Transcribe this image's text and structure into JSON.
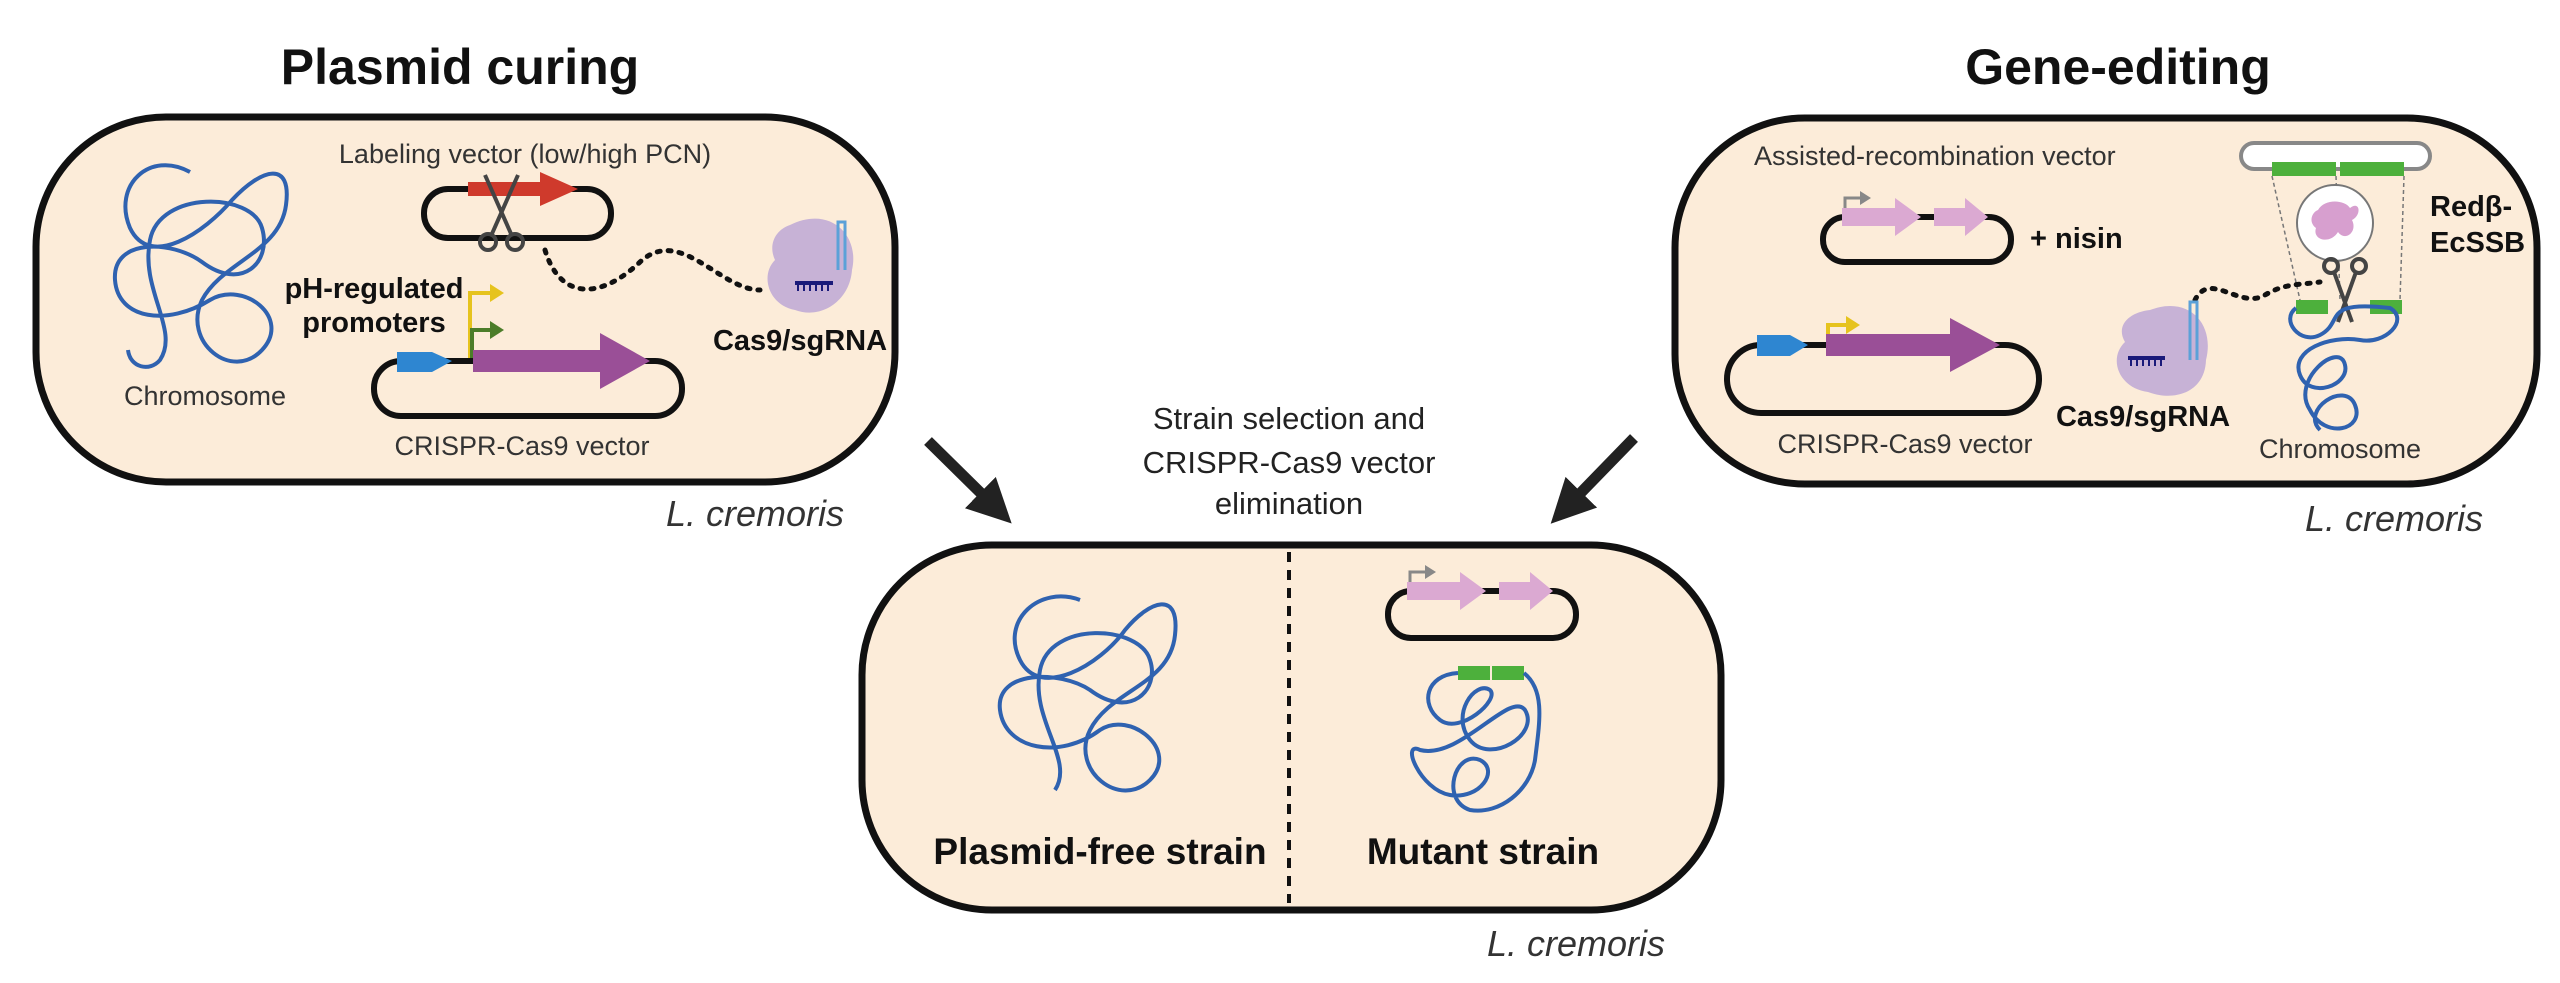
{
  "titles": {
    "left": "Plasmid curing",
    "right": "Gene-editing"
  },
  "left_cell": {
    "chromosome": "Chromosome",
    "labeling_vector": "Labeling vector (low/high PCN)",
    "promoters_line1": "pH-regulated",
    "promoters_line2": "promoters",
    "cas9": "Cas9/sgRNA",
    "crispr_vector": "CRISPR-Cas9 vector",
    "species": "L. cremoris"
  },
  "right_cell": {
    "assisted_vector": "Assisted-recombination vector",
    "nisin": "+ nisin",
    "recombinase_line1": "Redβ-",
    "recombinase_line2": "EcSSB",
    "cas9": "Cas9/sgRNA",
    "crispr_vector": "CRISPR-Cas9 vector",
    "chromosome": "Chromosome",
    "species": "L. cremoris"
  },
  "middle": {
    "line1": "Strain selection and",
    "line2": "CRISPR-Cas9 vector",
    "line3": "elimination"
  },
  "bottom_cell": {
    "plasmid_free": "Plasmid-free strain",
    "mutant": "Mutant strain",
    "species": "L. cremoris"
  },
  "colors": {
    "cell_fill": "#fcecd9",
    "chromosome": "#2f62b0",
    "labeling_gene": "#cf3a2c",
    "cas9_gene": "#9a4f97",
    "promoter_blue": "#2e86d1",
    "promoter_yellow": "#e6c31d",
    "promoter_green": "#4c7d2a",
    "recombinase_gene": "#dba9d2",
    "homology_arm": "#4db03c",
    "cas9_protein": "#c7b2d6"
  }
}
